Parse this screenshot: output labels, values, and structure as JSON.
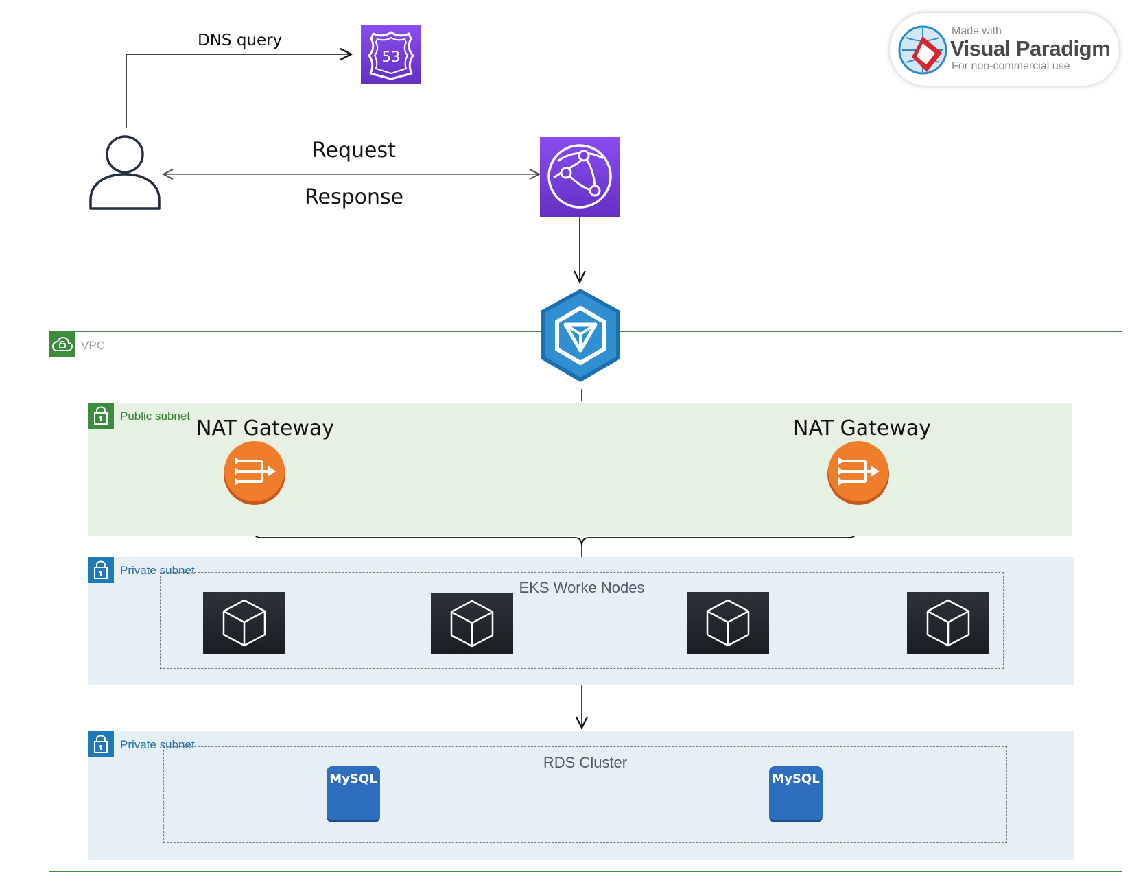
{
  "edges": {
    "dns_query": "DNS query",
    "request": "Request",
    "response": "Response"
  },
  "vpc": {
    "label": "VPC"
  },
  "public_subnet": {
    "label": "Public subnet",
    "nat_left_label": "NAT Gateway",
    "nat_right_label": "NAT Gateway"
  },
  "private_subnet_workers": {
    "label": "Private subnet",
    "group_label": "EKS Worke Nodes"
  },
  "private_subnet_db": {
    "label": "Private subnet",
    "group_label": "RDS Cluster",
    "db_left": "MySQL",
    "db_right": "MySQL"
  },
  "route53": {
    "badge": "53"
  },
  "watermark": {
    "line1": "Made with",
    "line2": "Visual Paradigm",
    "line3": "For non-commercial use"
  },
  "colors": {
    "vpc_green": "#3d8b3d",
    "subnet_public_bg": "#e7f1e3",
    "subnet_private_bg": "#e6eff6",
    "subnet_blue": "#1f7ab8",
    "route53_purple": "#7a3fd6",
    "cloudfront_purple": "#7a3fd6",
    "nat_orange": "#ef7d2c",
    "ingress_blue": "#2f8fd1",
    "mysql_blue": "#2d6fbe"
  }
}
